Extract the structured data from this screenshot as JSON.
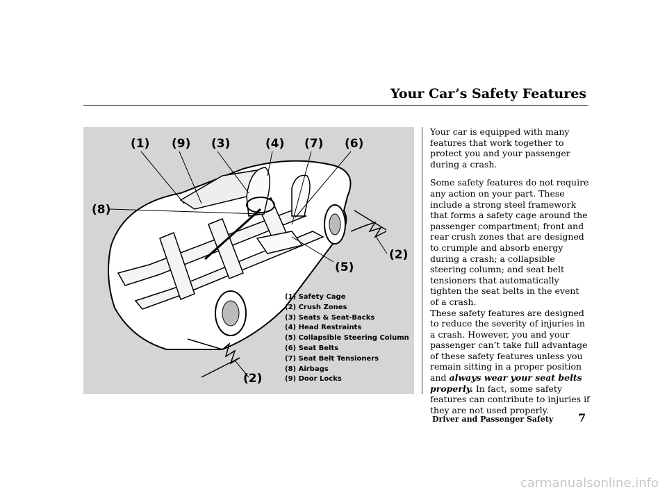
{
  "header": {
    "title": "Your Car’s Safety Features"
  },
  "figure": {
    "callouts": [
      "(1)",
      "(9)",
      "(3)",
      "(4)",
      "(7)",
      "(6)",
      "(8)",
      "(2)",
      "(5)",
      "(2)"
    ],
    "legend": [
      "(1) Safety Cage",
      "(2) Crush Zones",
      "(3) Seats & Seat-Backs",
      "(4) Head Restraints",
      "(5) Collapsible Steering Column",
      "(6) Seat Belts",
      "(7) Seat Belt Tensioners",
      "(8) Airbags",
      "(9) Door Locks"
    ]
  },
  "body": {
    "para1": "Your car is equipped with many features that work together to protect you and your passenger during a crash.",
    "para2": "Some safety features do not require any action on your part. These include a strong steel framework that forms a safety cage around the passenger compartment; front and rear crush zones that are designed to crumple and absorb energy during a crash; a collapsible steering column; and seat belt tensioners that automatically tighten the seat belts in the event of a crash.",
    "para3_lead": "These safety features are designed to reduce the severity of injuries in a crash. However, you and your passenger can’t take full advantage of these safety features unless you remain sitting in a proper position and ",
    "para3_emph": "always wear your seat belts properly.",
    "para3_tail": " In fact, some safety features can contribute to injuries if they are not used properly."
  },
  "footer": {
    "section": "Driver and Passenger Safety",
    "page": "7"
  },
  "watermark": "carmanualsonline.info"
}
